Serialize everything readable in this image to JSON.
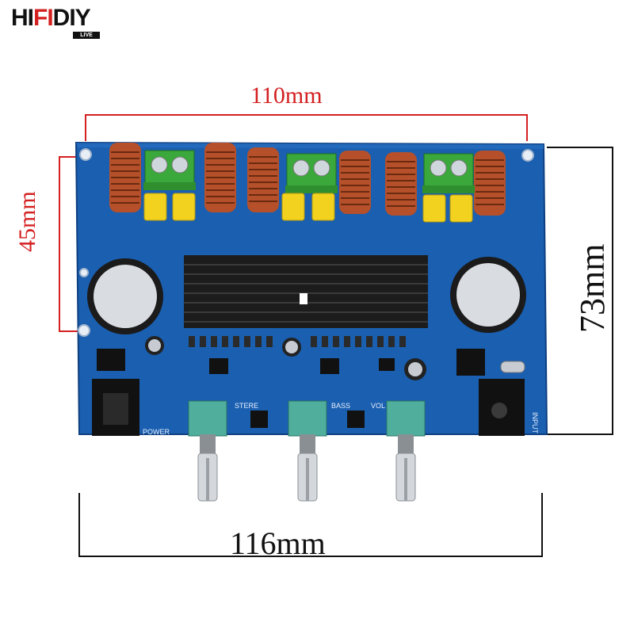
{
  "logo": {
    "text_a": "HI",
    "text_fi": "FI",
    "text_b": "DIY",
    "sub": "LIVE"
  },
  "dimensions": {
    "width_holes": "110mm",
    "height_holes": "45mm",
    "height_board": "73mm",
    "width_board": "116mm"
  },
  "silkscreen": {
    "stereo": "STERE",
    "bass": "BASS",
    "vol": "VOL",
    "power": "POWER",
    "input": "INPUT"
  },
  "colors": {
    "board": "#1a5fb0",
    "heatsink": "#1c1c1c",
    "dim_red": "#d42020",
    "dim_black": "#111111",
    "terminal": "#3aa83a",
    "capacitor_yellow": "#f2d21f",
    "coil_copper": "#b5502a",
    "pot_teal": "#4fae9c"
  }
}
